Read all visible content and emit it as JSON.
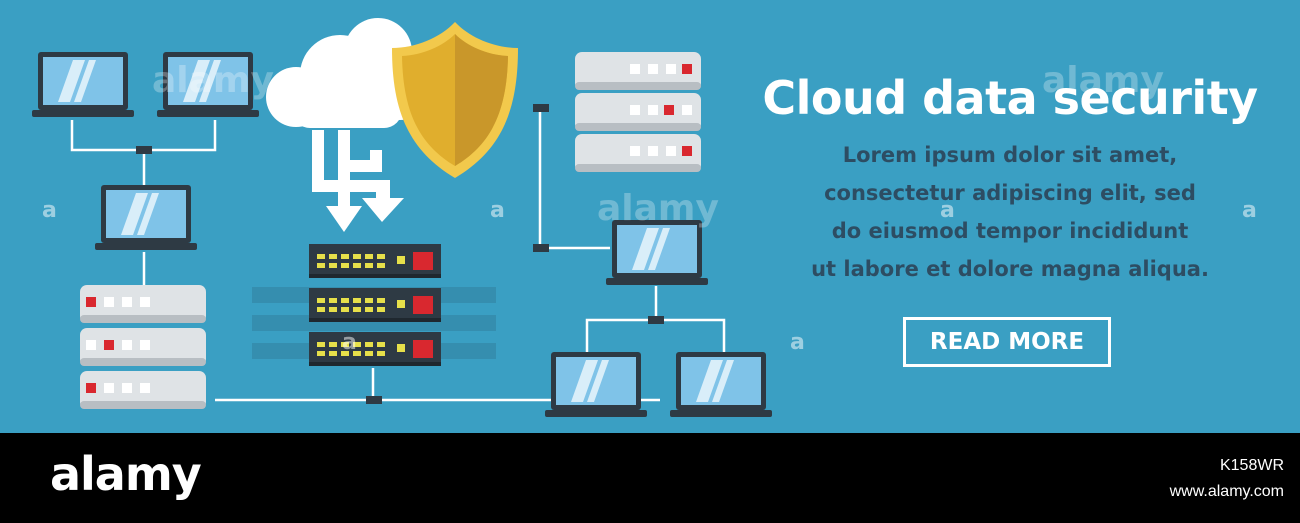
{
  "banner": {
    "title": "Cloud data security",
    "body_lines": [
      "Lorem ipsum dolor sit amet,",
      "consectetur adipiscing elit, sed",
      "do eiusmod tempor incididunt",
      "ut labore et dolore magna aliqua."
    ],
    "button_label": "READ MORE"
  },
  "watermark": {
    "word": "alamy",
    "letter": "a"
  },
  "footer": {
    "logo": "alamy",
    "image_id": "K158WR",
    "url": "www.alamy.com"
  },
  "colors": {
    "background": "#3a9fc3",
    "text_dark": "#2d4d63",
    "shield": "#e8b92f",
    "led_red": "#d9282f",
    "led_yellow": "#e6e04a"
  },
  "icons": [
    "laptop-icon",
    "cloud-icon",
    "shield-icon",
    "server-icon",
    "rack-server-icon",
    "arrow-down-icon"
  ]
}
